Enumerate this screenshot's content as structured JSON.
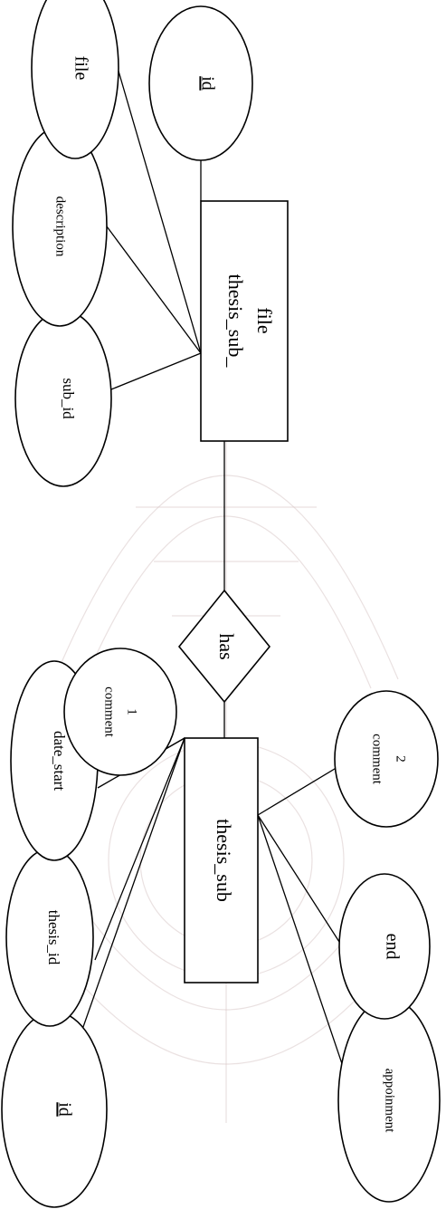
{
  "entities": {
    "thesis_sub": {
      "label": "thesis_sub"
    },
    "thesis_sub_file": {
      "line1": "thesis_sub_",
      "line2": "file"
    }
  },
  "relationship": {
    "label": "has"
  },
  "attributes": {
    "id_left": {
      "label": "id"
    },
    "thesis_id": {
      "label": "thesis_id"
    },
    "date_start": {
      "label": "date_start"
    },
    "comment1": {
      "line1": "comment",
      "line2": "1"
    },
    "appoinment": {
      "label": "appoinment"
    },
    "end": {
      "label": "end"
    },
    "comment2": {
      "line1": "comment",
      "line2": "2"
    },
    "sub_id": {
      "label": "sub_id"
    },
    "description": {
      "label": "description"
    },
    "file": {
      "label": "file"
    },
    "id_right": {
      "label": "id"
    }
  }
}
